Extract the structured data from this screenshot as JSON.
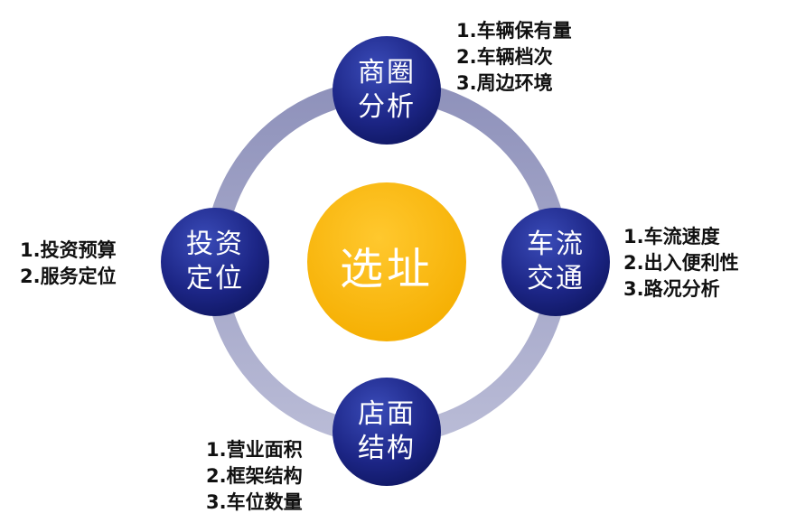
{
  "center": {
    "label": "选址",
    "color": "#FDB913"
  },
  "nodes": {
    "top": {
      "line1": "商圈",
      "line2": "分析",
      "items": [
        "1.车辆保有量",
        "2.车辆档次",
        "3.周边环境"
      ]
    },
    "right": {
      "line1": "车流",
      "line2": "交通",
      "items": [
        "1.车流速度",
        "2.出入便利性",
        "3.路况分析"
      ]
    },
    "bottom": {
      "line1": "店面",
      "line2": "结构",
      "items": [
        "1.营业面积",
        "2.框架结构",
        "3.车位数量"
      ]
    },
    "left": {
      "line1": "投资",
      "line2": "定位",
      "items": [
        "1.投资预算",
        "2.服务定位"
      ]
    }
  },
  "colors": {
    "node": "#1F2A8A",
    "ring": "#9A9CC0"
  }
}
